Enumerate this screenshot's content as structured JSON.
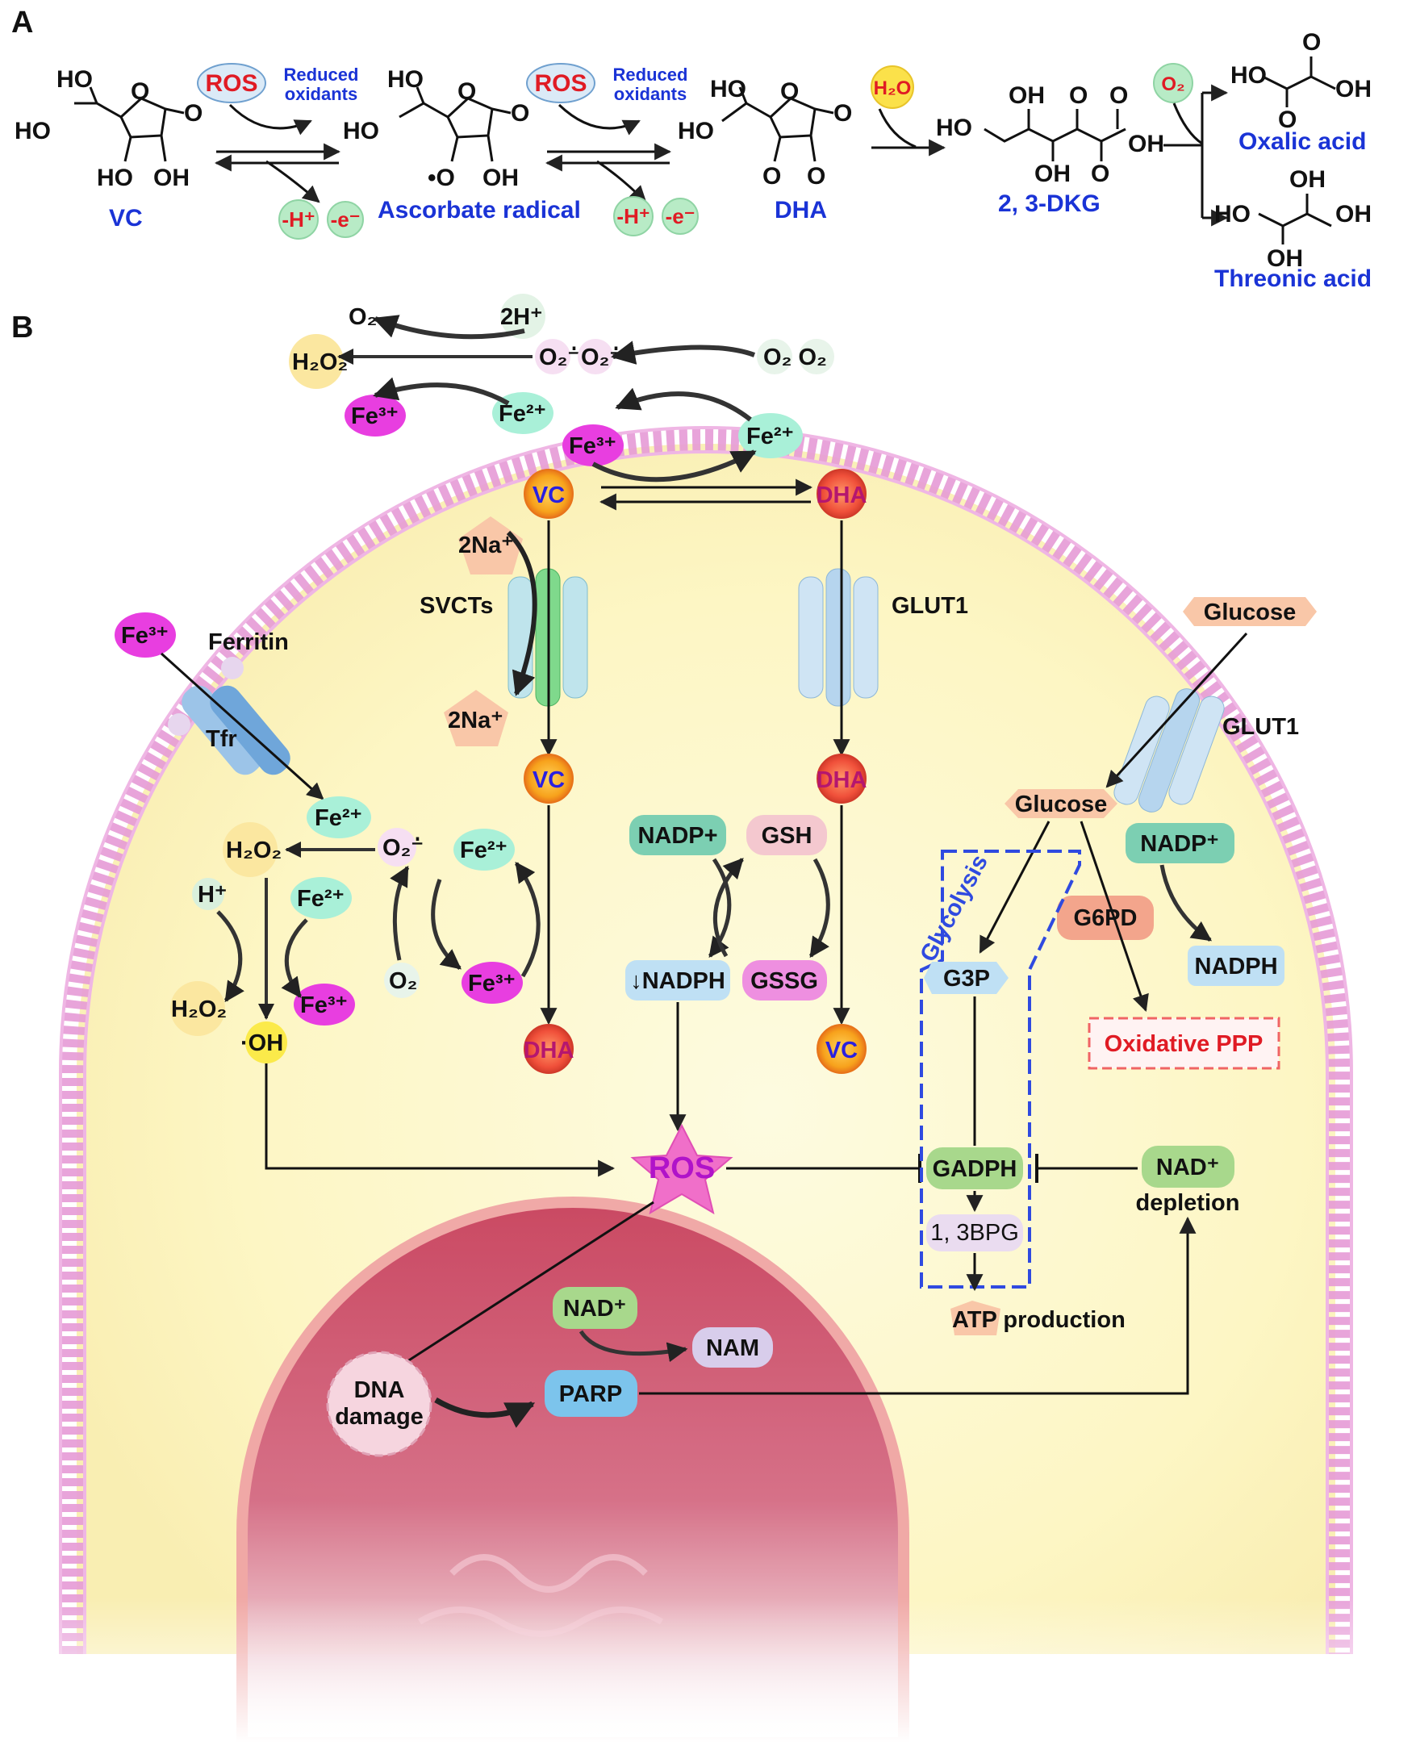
{
  "panels": {
    "a": "A",
    "b": "B"
  },
  "panel_a": {
    "ros": "ROS",
    "reduced_oxidants": [
      "Reduced",
      "oxidants"
    ],
    "h_loss": "-H⁺",
    "e_loss": "-e⁻",
    "h2o": "H₂O",
    "o2": "O₂",
    "vc": "VC",
    "ascorbate_radical": "Ascorbate radical",
    "dha": "DHA",
    "dkg": "2, 3-DKG",
    "oxalic_acid": "Oxalic acid",
    "threonic_acid": "Threonic acid",
    "atoms": {
      "ho": "HO",
      "oh": "OH",
      "o": "O",
      "o_radical": "•O"
    }
  },
  "panel_b": {
    "o2": "O₂",
    "two_h": "2H⁺",
    "h2o2": "H₂O₂",
    "superoxide": "O₂⁻̇",
    "o2_pair": "O₂ O₂",
    "fe3": "Fe³⁺",
    "fe2": "Fe²⁺",
    "vc": "VC",
    "dha": "DHA",
    "two_na": "2Na⁺",
    "svcts": "SVCTs",
    "glut1": "GLUT1",
    "glucose": "Glucose",
    "ferritin": "Ferritin",
    "tfr": "Tfr",
    "h_plus": "H⁺",
    "hydroxyl": "·OH",
    "nadp_plus": "NADP+",
    "nadp_plus_2": "NADP⁺",
    "gsh": "GSH",
    "gssg": "GSSG",
    "down_nadph": "↓NADPH",
    "nadph": "NADPH",
    "glycolysis": "Glycolysis",
    "g6pd": "G6PD",
    "g3p": "G3P",
    "oxidative_ppp": "Oxidative PPP",
    "ros": "ROS",
    "gadph": "GADPH",
    "bpg": "1, 3BPG",
    "atp_production": "ATP production",
    "nad_plus": "NAD⁺",
    "depletion": "depletion",
    "nam": "NAM",
    "parp": "PARP",
    "dna_damage": [
      "DNA",
      "damage"
    ]
  },
  "colors": {
    "blue_label": "#1a33d6",
    "red_label": "#e01b24",
    "ros_pink": "#f06fc9",
    "fe3": "#e83ee0",
    "fe2": "#a9f0d8",
    "membrane": "#e59ad6"
  }
}
